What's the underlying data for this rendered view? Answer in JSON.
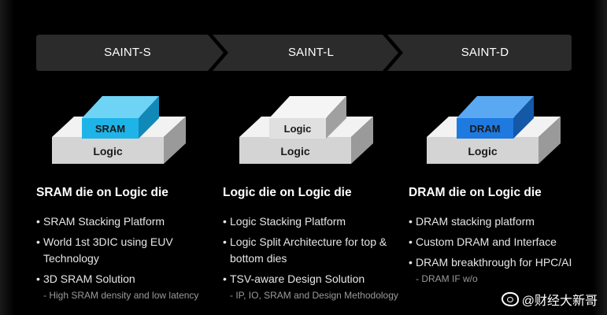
{
  "stepper": {
    "steps": [
      {
        "label": "SAINT-S"
      },
      {
        "label": "SAINT-L"
      },
      {
        "label": "SAINT-D"
      }
    ]
  },
  "illustrations": {
    "saint_s": {
      "top_label": "SRAM",
      "base_label": "Logic",
      "top_color": "#1fb4e8"
    },
    "saint_l": {
      "top_label": "Logic",
      "base_label": "Logic",
      "top_color": "#e0e0e0"
    },
    "saint_d": {
      "top_label": "DRAM",
      "base_label": "Logic",
      "top_color": "#1f7ae0"
    }
  },
  "columns": [
    {
      "title": "SRAM die on Logic die",
      "bullets": [
        {
          "text": "SRAM Stacking Platform"
        },
        {
          "text": "World 1st 3DIC using EUV Technology"
        },
        {
          "text": "3D SRAM Solution",
          "sub": "- High SRAM density and low latency"
        }
      ]
    },
    {
      "title": "Logic die on Logic die",
      "bullets": [
        {
          "text": "Logic Stacking Platform"
        },
        {
          "text": "Logic Split Architecture for top & bottom dies"
        },
        {
          "text": "TSV-aware Design Solution",
          "sub": "- IP, IO, SRAM and Design Methodology"
        }
      ]
    },
    {
      "title": "DRAM die on Logic die",
      "bullets": [
        {
          "text": "DRAM stacking platform"
        },
        {
          "text": "Custom DRAM and Interface"
        },
        {
          "text": "DRAM breakthrough for HPC/AI",
          "sub": "- DRAM IF w/o"
        }
      ]
    }
  ],
  "watermark": {
    "text": "@财经大新哥"
  },
  "colors": {
    "background": "#000000",
    "stepper_fill": "#2b2b2b",
    "base_block": "#d9d9d9",
    "text": "#ffffff",
    "subtext": "#9a9a9a"
  }
}
